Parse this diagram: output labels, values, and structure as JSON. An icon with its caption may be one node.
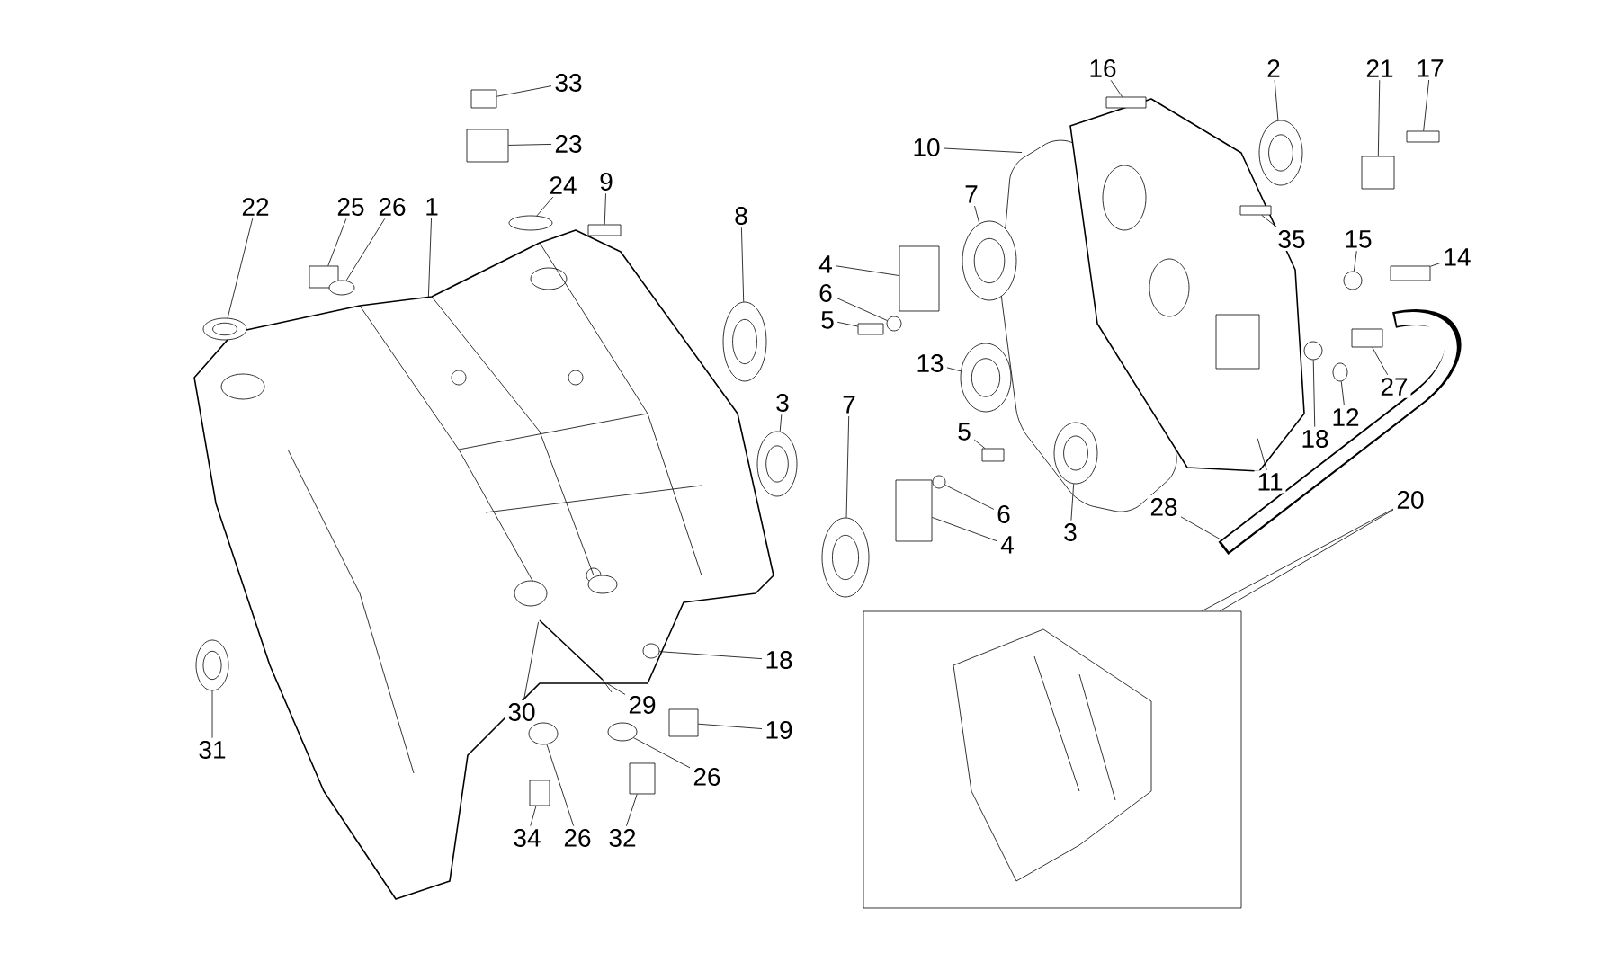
{
  "diagram": {
    "nodes": [
      {
        "text": [
          "33"
        ]
      },
      {
        "text": [
          "23"
        ]
      },
      {
        "text": [
          "24"
        ]
      },
      {
        "text": [
          "9"
        ]
      },
      {
        "text": [
          "22"
        ]
      },
      {
        "text": [
          "25"
        ]
      },
      {
        "text": [
          "26"
        ]
      },
      {
        "text": [
          "1"
        ]
      },
      {
        "text": [
          "8"
        ]
      },
      {
        "text": [
          "4"
        ]
      },
      {
        "text": [
          "6"
        ]
      },
      {
        "text": [
          "5"
        ]
      },
      {
        "text": [
          "3"
        ]
      },
      {
        "text": [
          "7"
        ]
      },
      {
        "text": [
          "10"
        ]
      },
      {
        "text": [
          "7"
        ]
      },
      {
        "text": [
          "13"
        ]
      },
      {
        "text": [
          "5"
        ]
      },
      {
        "text": [
          "6"
        ]
      },
      {
        "text": [
          "4"
        ]
      },
      {
        "text": [
          "3"
        ]
      },
      {
        "text": [
          "16"
        ]
      },
      {
        "text": [
          "2"
        ]
      },
      {
        "text": [
          "21"
        ]
      },
      {
        "text": [
          "17"
        ]
      },
      {
        "text": [
          "35"
        ]
      },
      {
        "text": [
          "15"
        ]
      },
      {
        "text": [
          "14"
        ]
      },
      {
        "text": [
          "27"
        ]
      },
      {
        "text": [
          "12"
        ]
      },
      {
        "text": [
          "18"
        ]
      },
      {
        "text": [
          "11"
        ]
      },
      {
        "text": [
          "28"
        ]
      },
      {
        "text": [
          "20"
        ]
      },
      {
        "text": [
          "18"
        ]
      },
      {
        "text": [
          "29"
        ]
      },
      {
        "text": [
          "30"
        ]
      },
      {
        "text": [
          "19"
        ]
      },
      {
        "text": [
          "26"
        ]
      },
      {
        "text": [
          "31"
        ]
      },
      {
        "text": [
          "34"
        ]
      },
      {
        "text": [
          "26"
        ]
      },
      {
        "text": [
          "32"
        ]
      },
      {
        "text": [],
        "shape": "picture"
      },
      {
        "text": [],
        "shape": "box"
      },
      {
        "text": [],
        "shape": "box"
      },
      {
        "text": [],
        "shape": "circle"
      },
      {
        "text": [],
        "shape": "box"
      },
      {
        "text": [],
        "shape": "circle"
      },
      {
        "text": [],
        "shape": "box"
      },
      {
        "text": [],
        "shape": "circle"
      },
      {
        "text": [],
        "shape": "circle"
      },
      {
        "text": [],
        "shape": "box"
      },
      {
        "text": [],
        "shape": "circle"
      },
      {
        "text": [],
        "shape": "box"
      },
      {
        "text": [],
        "shape": "circle"
      },
      {
        "text": [],
        "shape": "circle"
      },
      {
        "text": [],
        "shape": "circle"
      },
      {
        "text": [],
        "shape": "circle"
      },
      {
        "text": [],
        "shape": "box"
      },
      {
        "text": [],
        "shape": "circle"
      },
      {
        "text": [],
        "shape": "box"
      },
      {
        "text": [],
        "shape": "circle"
      },
      {
        "text": [],
        "shape": "box"
      },
      {
        "text": [],
        "shape": "circle"
      },
      {
        "text": [],
        "shape": "box"
      },
      {
        "text": [],
        "shape": "box"
      },
      {
        "text": [],
        "shape": "box"
      },
      {
        "text": [],
        "shape": "circle"
      },
      {
        "text": [],
        "shape": "box"
      },
      {
        "text": [],
        "shape": "box"
      },
      {
        "text": [],
        "shape": "circle"
      },
      {
        "text": [],
        "shape": "circle"
      },
      {
        "text": [],
        "shape": "circle"
      },
      {
        "text": [],
        "shape": "box"
      },
      {
        "text": [],
        "shape": "circle"
      },
      {
        "text": [],
        "shape": "circle"
      },
      {
        "text": [],
        "shape": "box"
      },
      {
        "text": [],
        "shape": "circle"
      },
      {
        "text": [],
        "shape": "box"
      }
    ],
    "edges": [
      {
        "from": 0,
        "to": 44,
        "arrow": "none"
      },
      {
        "from": 1,
        "to": 45,
        "arrow": "none"
      },
      {
        "from": 2,
        "to": 46,
        "arrow": "none"
      },
      {
        "from": 3,
        "to": 47,
        "arrow": "none"
      },
      {
        "from": 4,
        "to": 48,
        "arrow": "none"
      },
      {
        "from": 5,
        "to": 49,
        "arrow": "none"
      },
      {
        "from": 6,
        "to": 50,
        "arrow": "none"
      },
      {
        "from": 7,
        "to": null,
        "arrow": "none"
      },
      {
        "from": 8,
        "to": 51,
        "arrow": "none"
      },
      {
        "from": 9,
        "to": 52,
        "arrow": "none"
      },
      {
        "from": 10,
        "to": 53,
        "arrow": "none"
      },
      {
        "from": 11,
        "to": 54,
        "arrow": "none"
      },
      {
        "from": 12,
        "to": 55,
        "arrow": "none"
      },
      {
        "from": 13,
        "to": 56,
        "arrow": "none"
      },
      {
        "from": 14,
        "to": null,
        "arrow": "none"
      },
      {
        "from": 15,
        "to": 57,
        "arrow": "none"
      },
      {
        "from": 16,
        "to": 58,
        "arrow": "none"
      },
      {
        "from": 17,
        "to": 59,
        "arrow": "none"
      },
      {
        "from": 18,
        "to": 60,
        "arrow": "none"
      },
      {
        "from": 19,
        "to": 61,
        "arrow": "none"
      },
      {
        "from": 20,
        "to": 62,
        "arrow": "none"
      },
      {
        "from": 21,
        "to": 63,
        "arrow": "none"
      },
      {
        "from": 22,
        "to": 64,
        "arrow": "none"
      },
      {
        "from": 23,
        "to": 65,
        "arrow": "none"
      },
      {
        "from": 24,
        "to": 66,
        "arrow": "none"
      },
      {
        "from": 25,
        "to": 67,
        "arrow": "none"
      },
      {
        "from": 26,
        "to": 68,
        "arrow": "none"
      },
      {
        "from": 27,
        "to": 69,
        "arrow": "none"
      },
      {
        "from": 28,
        "to": 70,
        "arrow": "none"
      },
      {
        "from": 29,
        "to": 71,
        "arrow": "none"
      },
      {
        "from": 30,
        "to": 72,
        "arrow": "none"
      },
      {
        "from": 31,
        "to": null,
        "arrow": "none"
      },
      {
        "from": 32,
        "to": null,
        "arrow": "none"
      },
      {
        "from": 33,
        "to": 43,
        "arrow": "none"
      },
      {
        "from": 34,
        "to": 73,
        "arrow": "none"
      },
      {
        "from": 35,
        "to": null,
        "arrow": "none"
      },
      {
        "from": 36,
        "to": null,
        "arrow": "none"
      },
      {
        "from": 37,
        "to": 74,
        "arrow": "none"
      },
      {
        "from": 38,
        "to": 75,
        "arrow": "none"
      },
      {
        "from": 39,
        "to": 76,
        "arrow": "none"
      },
      {
        "from": 40,
        "to": 77,
        "arrow": "none"
      },
      {
        "from": 41,
        "to": 78,
        "arrow": "none"
      },
      {
        "from": 42,
        "to": 79,
        "arrow": "none"
      }
    ]
  }
}
